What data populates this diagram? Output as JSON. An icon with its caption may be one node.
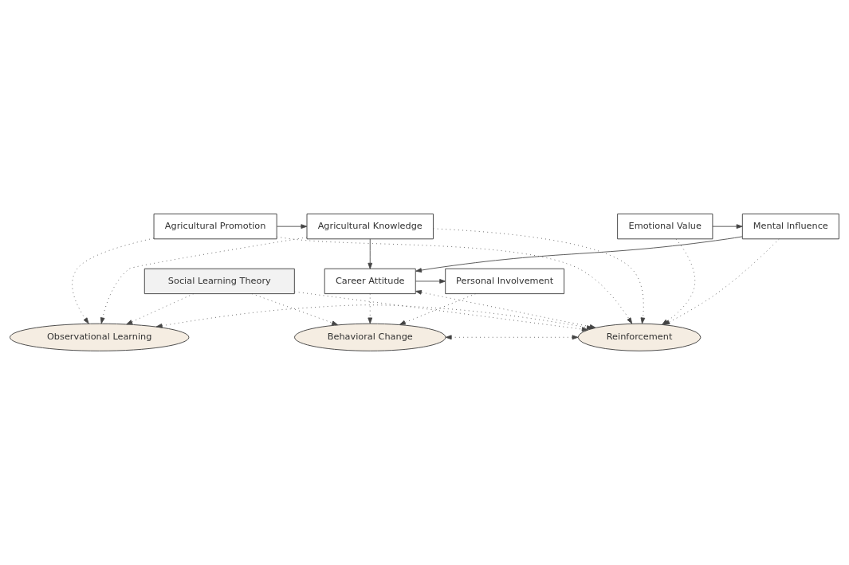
{
  "diagram": {
    "nodes": [
      {
        "text": [
          "Agricultural Promotion"
        ]
      },
      {
        "text": [
          "Agricultural Knowledge"
        ]
      },
      {
        "text": [
          "Career Attitude"
        ]
      },
      {
        "text": [
          "Personal Involvement"
        ]
      },
      {
        "text": [
          "Emotional Value"
        ]
      },
      {
        "text": [
          "Mental Influence"
        ]
      },
      {
        "text": [
          "Observational Learning"
        ]
      },
      {
        "text": [
          "Reinforcement"
        ]
      },
      {
        "text": [
          "Behavioral Change"
        ]
      },
      {
        "text": [
          "Social Learning Theory"
        ]
      }
    ],
    "edges": [
      {
        "from": 0,
        "to": 1,
        "arrow": "to"
      },
      {
        "from": 1,
        "to": 2,
        "arrow": "to"
      },
      {
        "from": 2,
        "to": 3,
        "arrow": "to"
      },
      {
        "from": 4,
        "to": 5,
        "arrow": "to"
      },
      {
        "from": 5,
        "to": 2,
        "arrow": "to"
      },
      {
        "from": 0,
        "to": 6,
        "arrow": "to",
        "style": "dashed"
      },
      {
        "from": 1,
        "to": 6,
        "arrow": "to",
        "style": "dashed"
      },
      {
        "from": 0,
        "to": 7,
        "arrow": "to",
        "style": "dashed"
      },
      {
        "from": 1,
        "to": 7,
        "arrow": "to",
        "style": "dashed"
      },
      {
        "from": 4,
        "to": 7,
        "arrow": "to",
        "style": "dashed"
      },
      {
        "from": 5,
        "to": 7,
        "arrow": "to",
        "style": "dashed"
      },
      {
        "from": 7,
        "to": 2,
        "arrow": "both",
        "style": "dashed"
      },
      {
        "from": 2,
        "to": 8,
        "arrow": "to",
        "style": "dashed"
      },
      {
        "from": 3,
        "to": 8,
        "arrow": "to",
        "style": "dashed"
      },
      {
        "from": 6,
        "to": 7,
        "arrow": "both",
        "style": "dashed"
      },
      {
        "from": 7,
        "to": 8,
        "arrow": "both",
        "style": "dashed"
      },
      {
        "from": 9,
        "to": 6,
        "arrow": "to",
        "style": "dashed"
      },
      {
        "from": 9,
        "to": 7,
        "arrow": "to",
        "style": "dashed"
      },
      {
        "from": 9,
        "to": 8,
        "arrow": "to",
        "style": "dashed"
      }
    ]
  }
}
